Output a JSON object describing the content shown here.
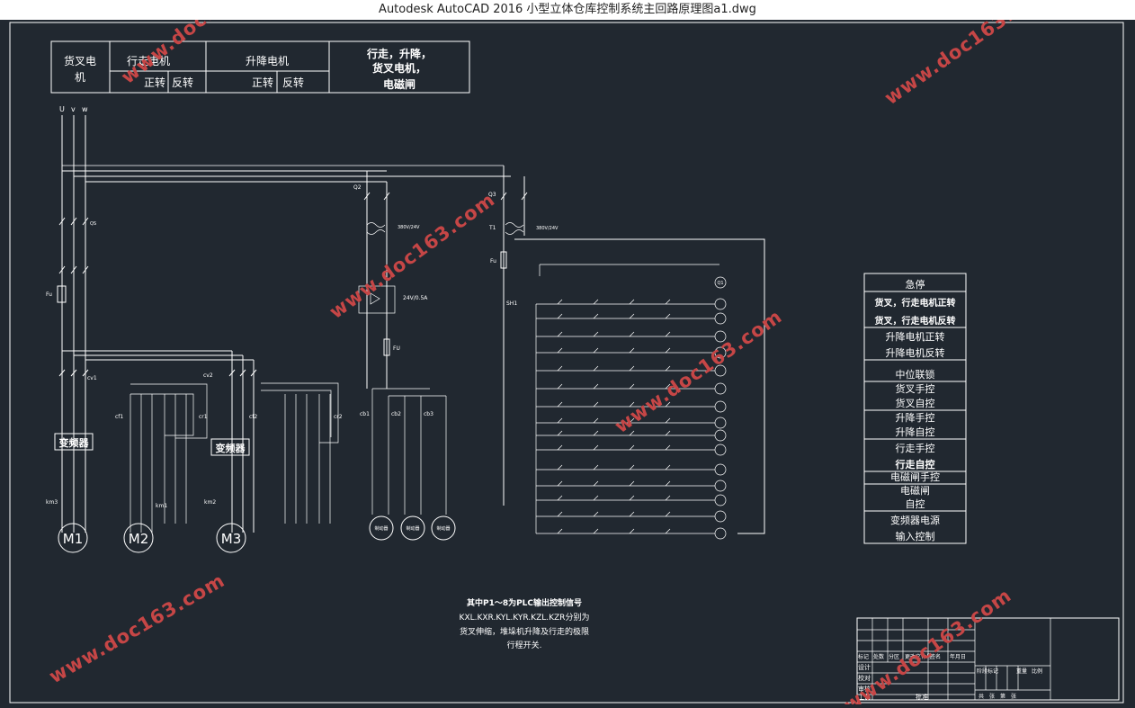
{
  "window": {
    "title": "Autodesk AutoCAD 2016     小型立体仓库控制系统主回路原理图a1.dwg"
  },
  "header_table": {
    "col1": "货叉电机",
    "col2": "行走电机",
    "col3": "升降电机",
    "col4": [
      "行走，升降，",
      "货叉电机，",
      "电磁闸"
    ],
    "fwd": "正转",
    "rev": "反转"
  },
  "phases": [
    "U",
    "v",
    "w"
  ],
  "labels": {
    "qs": "QS",
    "q2": "Q2",
    "q3": "Q3",
    "t1": "T1",
    "fu": "Fu",
    "fu2": "FU",
    "trans1": "380V/24V",
    "trans2": "380V/24V",
    "rect": "24V/0.5A",
    "sh1": "SH1",
    "cv1": "cv1",
    "cv2": "cv2",
    "cf1": "cf1",
    "cr1": "cr1",
    "cf2": "cf2",
    "cr2": "cr2",
    "cb1": "cb1",
    "cb2": "cb2",
    "cb3": "cb3",
    "km1": "km1",
    "km2": "km2",
    "km3": "km3",
    "inv": "变频器",
    "m1": "M1",
    "m2": "M2",
    "m3": "M3",
    "m_small": "制动器",
    "q1": "Q1"
  },
  "legend": [
    "急停",
    "货叉，行走电机正转",
    "货叉，行走电机反转",
    "升降电机正转",
    "升降电机反转",
    "中位联锁",
    "货叉手控",
    "货叉自控",
    "升降手控",
    "升降自控",
    "行走手控",
    "行走自控",
    "电磁闸手控",
    "电磁闸",
    "自控",
    "变频器电源",
    "输入控制"
  ],
  "note": [
    "其中P1～8为PLC输出控制信号",
    "KXL.KXR.KYL.KYR.KZL.KZR分别为",
    "货叉伸缩，堆垛机升降及行走的极限",
    "行程开关."
  ],
  "title_block": {
    "row1": [
      "标记",
      "处数",
      "分区",
      "更改文件号",
      "签名",
      "年月日"
    ],
    "row2": "设计",
    "row3": "校对",
    "row4": "审核",
    "row5": "工艺",
    "stage": "阶段标记",
    "weight": "重量",
    "scale": "比例",
    "sheets": "共　张　第　张",
    "approve": "批准"
  },
  "watermark": "www.doc163.com"
}
